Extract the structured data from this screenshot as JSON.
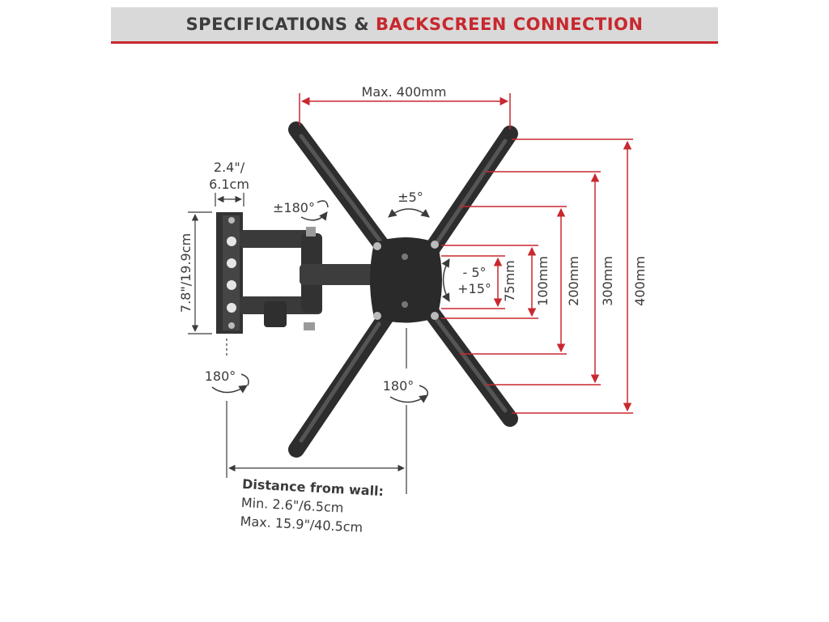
{
  "header": {
    "title_part1": "SPECIFICATIONS & ",
    "title_part2": "BACKSCREEN CONNECTION",
    "accent_color": "#c8282e"
  },
  "dimensions": {
    "max_width": "Max. 400mm",
    "plate_width_line1": "2.4\"/",
    "plate_width_line2": "6.1cm",
    "plate_height": "7.8\"/19.9cm",
    "vesa_heights": [
      "75mm",
      "100mm",
      "200mm",
      "300mm",
      "400mm"
    ]
  },
  "rotations": {
    "swivel_top": "±180°",
    "tilt_side": "±5°",
    "tilt_line1": "- 5°",
    "tilt_line2": "+15°",
    "wall_swivel": "180°",
    "arm_swivel": "180°"
  },
  "distance": {
    "title": "Distance from wall:",
    "min": "Min. 2.6\"/6.5cm",
    "max": "Max. 15.9\"/40.5cm"
  },
  "icons": [
    "rotation-arrow-icon"
  ]
}
